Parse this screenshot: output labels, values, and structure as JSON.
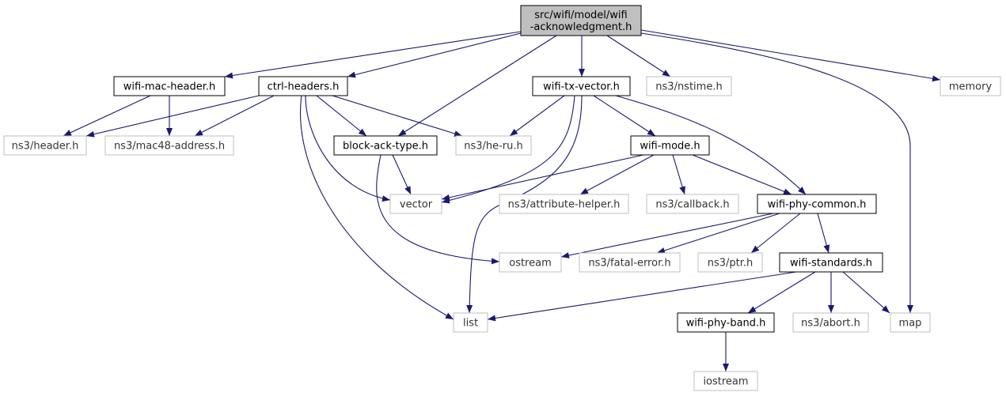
{
  "diagram": {
    "type": "include-dependency-graph",
    "edge_color": "#191970",
    "nodes": [
      {
        "id": "root",
        "lines": [
          "src/wifi/model/wifi",
          "-acknowledgment.h"
        ],
        "kind": "root"
      },
      {
        "id": "wifi_mac_header",
        "lines": [
          "wifi-mac-header.h"
        ],
        "kind": "doc"
      },
      {
        "id": "ctrl_headers",
        "lines": [
          "ctrl-headers.h"
        ],
        "kind": "doc"
      },
      {
        "id": "wifi_tx_vector",
        "lines": [
          "wifi-tx-vector.h"
        ],
        "kind": "doc"
      },
      {
        "id": "nstime",
        "lines": [
          "ns3/nstime.h"
        ],
        "kind": "ext"
      },
      {
        "id": "memory",
        "lines": [
          "memory"
        ],
        "kind": "ext"
      },
      {
        "id": "header",
        "lines": [
          "ns3/header.h"
        ],
        "kind": "ext"
      },
      {
        "id": "mac48",
        "lines": [
          "ns3/mac48-address.h"
        ],
        "kind": "ext"
      },
      {
        "id": "block_ack_type",
        "lines": [
          "block-ack-type.h"
        ],
        "kind": "doc"
      },
      {
        "id": "he_ru",
        "lines": [
          "ns3/he-ru.h"
        ],
        "kind": "ext"
      },
      {
        "id": "wifi_mode",
        "lines": [
          "wifi-mode.h"
        ],
        "kind": "doc"
      },
      {
        "id": "vector",
        "lines": [
          "vector"
        ],
        "kind": "ext"
      },
      {
        "id": "attribute_helper",
        "lines": [
          "ns3/attribute-helper.h"
        ],
        "kind": "ext"
      },
      {
        "id": "callback",
        "lines": [
          "ns3/callback.h"
        ],
        "kind": "ext"
      },
      {
        "id": "wifi_phy_common",
        "lines": [
          "wifi-phy-common.h"
        ],
        "kind": "doc"
      },
      {
        "id": "ostream",
        "lines": [
          "ostream"
        ],
        "kind": "ext"
      },
      {
        "id": "fatal_error",
        "lines": [
          "ns3/fatal-error.h"
        ],
        "kind": "ext"
      },
      {
        "id": "ptr",
        "lines": [
          "ns3/ptr.h"
        ],
        "kind": "ext"
      },
      {
        "id": "wifi_standards",
        "lines": [
          "wifi-standards.h"
        ],
        "kind": "doc"
      },
      {
        "id": "list",
        "lines": [
          "list"
        ],
        "kind": "ext"
      },
      {
        "id": "wifi_phy_band",
        "lines": [
          "wifi-phy-band.h"
        ],
        "kind": "doc"
      },
      {
        "id": "abort",
        "lines": [
          "ns3/abort.h"
        ],
        "kind": "ext"
      },
      {
        "id": "map",
        "lines": [
          "map"
        ],
        "kind": "ext"
      },
      {
        "id": "iostream",
        "lines": [
          "iostream"
        ],
        "kind": "ext"
      }
    ],
    "edges": [
      [
        "root",
        "wifi_mac_header"
      ],
      [
        "root",
        "ctrl_headers"
      ],
      [
        "root",
        "block_ack_type"
      ],
      [
        "root",
        "wifi_tx_vector"
      ],
      [
        "root",
        "nstime"
      ],
      [
        "root",
        "map"
      ],
      [
        "root",
        "memory"
      ],
      [
        "wifi_mac_header",
        "header"
      ],
      [
        "wifi_mac_header",
        "mac48"
      ],
      [
        "ctrl_headers",
        "header"
      ],
      [
        "ctrl_headers",
        "mac48"
      ],
      [
        "ctrl_headers",
        "block_ack_type"
      ],
      [
        "ctrl_headers",
        "he_ru"
      ],
      [
        "ctrl_headers",
        "vector"
      ],
      [
        "ctrl_headers",
        "list"
      ],
      [
        "block_ack_type",
        "vector"
      ],
      [
        "block_ack_type",
        "ostream"
      ],
      [
        "wifi_tx_vector",
        "he_ru"
      ],
      [
        "wifi_tx_vector",
        "vector"
      ],
      [
        "wifi_tx_vector",
        "list"
      ],
      [
        "wifi_tx_vector",
        "wifi_mode"
      ],
      [
        "wifi_tx_vector",
        "wifi_phy_common"
      ],
      [
        "wifi_mode",
        "vector"
      ],
      [
        "wifi_mode",
        "attribute_helper"
      ],
      [
        "wifi_mode",
        "callback"
      ],
      [
        "wifi_mode",
        "wifi_phy_common"
      ],
      [
        "wifi_phy_common",
        "ostream"
      ],
      [
        "wifi_phy_common",
        "fatal_error"
      ],
      [
        "wifi_phy_common",
        "ptr"
      ],
      [
        "wifi_phy_common",
        "wifi_standards"
      ],
      [
        "wifi_standards",
        "list"
      ],
      [
        "wifi_standards",
        "wifi_phy_band"
      ],
      [
        "wifi_standards",
        "abort"
      ],
      [
        "wifi_standards",
        "map"
      ],
      [
        "wifi_phy_band",
        "iostream"
      ]
    ]
  }
}
